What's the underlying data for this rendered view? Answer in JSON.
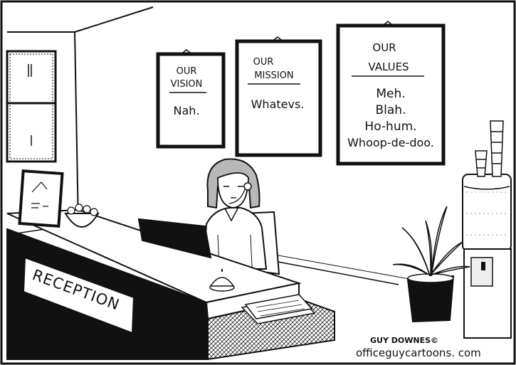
{
  "posters": {
    "vision": {
      "heading_line1": "OUR",
      "heading_line2": "VISION",
      "body_lines": [
        "Nah."
      ]
    },
    "mission": {
      "heading_line1": "OUR",
      "heading_line2": "MISSION",
      "body_lines": [
        "Whatevs."
      ]
    },
    "values": {
      "heading_line1": "OUR",
      "heading_line2": "VALUES",
      "body_lines": [
        "Meh.",
        "Blah.",
        "Ho-hum.",
        "Whoop-de-doo."
      ]
    }
  },
  "desk_sign": "RECEPTION",
  "credit": {
    "artist": "GUY DOWNES©",
    "website": "officeguycartoons. com"
  },
  "colors": {
    "ink": "#111111",
    "paper": "#ffffff",
    "shade": "#cccccc",
    "floor": "#eeeeee"
  }
}
